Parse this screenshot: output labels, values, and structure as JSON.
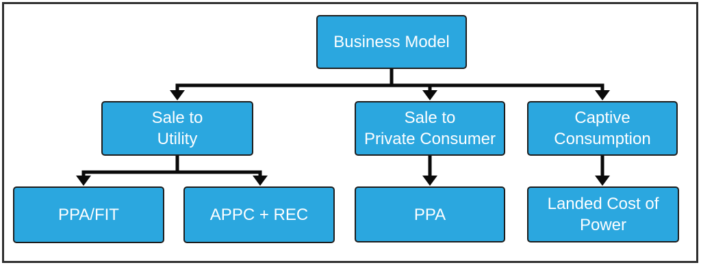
{
  "colors": {
    "node-fill": "#2BA7DF",
    "node-border": "#1C1C1C",
    "node-text": "#FDFEFF",
    "connector": "#0A0A0A",
    "frame-border": "#2E2E2E",
    "background": "#FFFFFF"
  },
  "nodes": {
    "business_model": {
      "lines": [
        "Business Model"
      ]
    },
    "sale_to_utility": {
      "lines": [
        "Sale to",
        "Utility"
      ]
    },
    "sale_to_private_consumer": {
      "lines": [
        "Sale to",
        "Private Consumer"
      ]
    },
    "captive_consumption": {
      "lines": [
        "Captive",
        "Consumption"
      ]
    },
    "ppa_fit": {
      "lines": [
        "PPA/FIT"
      ]
    },
    "appc_rec": {
      "lines": [
        "APPC + REC"
      ]
    },
    "ppa": {
      "lines": [
        "PPA"
      ]
    },
    "landed_cost_of_power": {
      "lines": [
        "Landed Cost of",
        "Power"
      ]
    }
  },
  "edges": [
    {
      "from": "business_model",
      "to": "sale_to_utility"
    },
    {
      "from": "business_model",
      "to": "sale_to_private_consumer"
    },
    {
      "from": "business_model",
      "to": "captive_consumption"
    },
    {
      "from": "sale_to_utility",
      "to": "ppa_fit"
    },
    {
      "from": "sale_to_utility",
      "to": "appc_rec"
    },
    {
      "from": "sale_to_private_consumer",
      "to": "ppa"
    },
    {
      "from": "captive_consumption",
      "to": "landed_cost_of_power"
    }
  ]
}
